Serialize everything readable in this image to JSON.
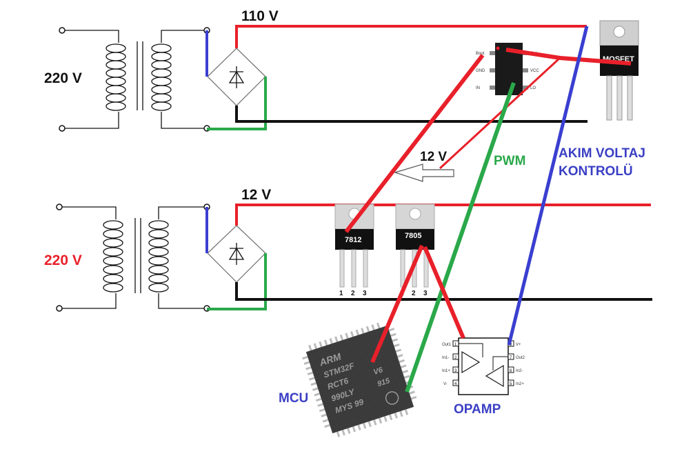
{
  "labels": {
    "top_mains_voltage": "220 V",
    "bottom_mains_voltage": "220 V",
    "top_dc_voltage": "110 V",
    "bottom_dc_voltage": "12 V",
    "tap_voltage": "12 V",
    "pwm": "PWM",
    "current_voltage_control_line1": "AKIM VOLTAJ",
    "current_voltage_control_line2": "KONTROLÜ",
    "mcu": "MCU",
    "opamp": "OPAMP"
  },
  "components": {
    "mosfet_label": "MOSFET",
    "regulator_12_label": "7812",
    "regulator_5_label": "7805",
    "pin_numbers": [
      "1",
      "2",
      "3"
    ],
    "mcu_marking_lines": [
      "ARM",
      "STM32F",
      "RCT6",
      "990LY",
      "MYS 99"
    ],
    "mcu_side_marks": [
      "V6",
      "915"
    ],
    "opamp_pins_left": [
      "Out1",
      "In1-",
      "In1+",
      "V-"
    ],
    "opamp_pins_right": [
      "V+",
      "Out2",
      "In2-",
      "In2+"
    ],
    "opamp_pin_numbers_left": [
      "1",
      "2",
      "3",
      "4"
    ],
    "opamp_pin_numbers_right": [
      "8",
      "7",
      "6",
      "5"
    ],
    "driver_pins_left": [
      "Boot",
      "GND",
      "IN"
    ],
    "driver_pins_right": [
      "Out",
      "VCC",
      "LO"
    ]
  },
  "colors": {
    "red_wire": "#e8202a",
    "black_wire": "#111111",
    "blue_wire": "#3a3fd0",
    "green_wire": "#2aa84a",
    "label_red": "#e8202a",
    "label_blue": "#3a3fc4",
    "label_green": "#2aa84a"
  }
}
